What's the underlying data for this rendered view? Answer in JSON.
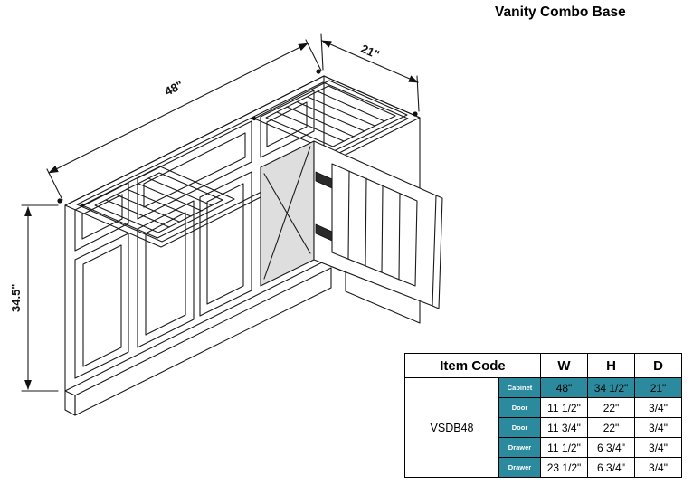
{
  "title": "Vanity Combo Base",
  "colors": {
    "accent_teal": "#2b8a9e",
    "line": "#1a1a1a"
  },
  "drawing": {
    "dim_width": "48\"",
    "dim_depth": "21\"",
    "dim_height": "34.5\""
  },
  "spec_table": {
    "header": {
      "item_code": "Item Code",
      "w": "W",
      "h": "H",
      "d": "D"
    },
    "item_code": "VSDB48",
    "rows": [
      {
        "label": "Cabinet",
        "w": "48\"",
        "h": "34 1/2\"",
        "d": "21\""
      },
      {
        "label": "Door",
        "w": "11 1/2\"",
        "h": "22\"",
        "d": "3/4\""
      },
      {
        "label": "Door",
        "w": "11 3/4\"",
        "h": "22\"",
        "d": "3/4\""
      },
      {
        "label": "Drawer",
        "w": "11 1/2\"",
        "h": "6 3/4\"",
        "d": "3/4\""
      },
      {
        "label": "Drawer",
        "w": "23 1/2\"",
        "h": "6 3/4\"",
        "d": "3/4\""
      }
    ]
  }
}
